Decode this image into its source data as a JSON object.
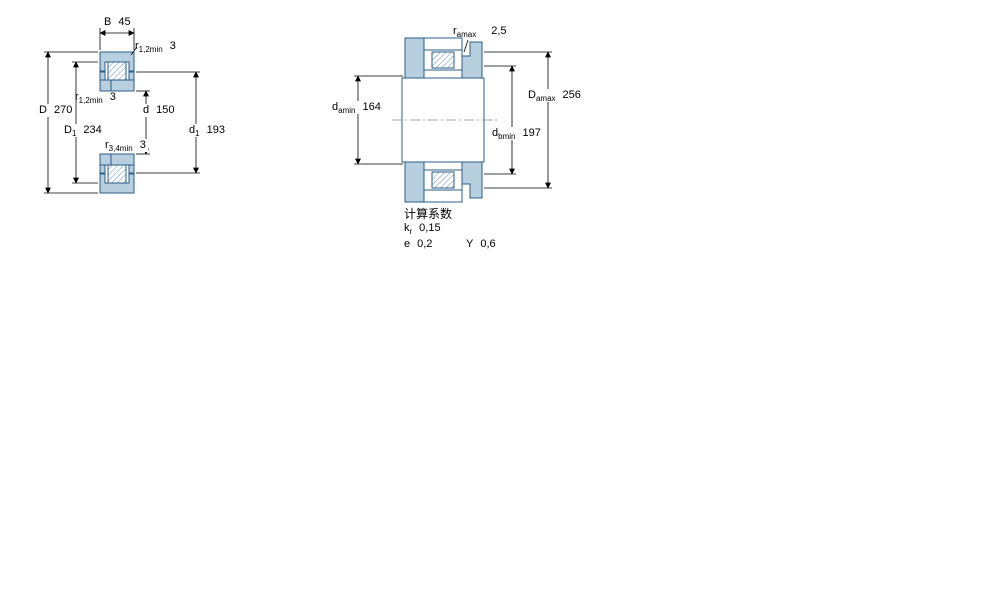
{
  "left_view": {
    "B": {
      "sym": "B",
      "value": "45"
    },
    "r12_top": {
      "sym": "r",
      "sub": "1,2min",
      "value": "3"
    },
    "r12_side": {
      "sym": "r",
      "sub": "1,2min",
      "value": "3"
    },
    "D": {
      "sym": "D",
      "value": "270"
    },
    "D1": {
      "sym": "D",
      "sub": "1",
      "value": "234"
    },
    "d": {
      "sym": "d",
      "value": "150"
    },
    "d1": {
      "sym": "d",
      "sub": "1",
      "value": "193"
    },
    "r34": {
      "sym": "r",
      "sub": "3,4min",
      "value": "3"
    }
  },
  "right_view": {
    "ramax": {
      "sym": "r",
      "sub": "amax",
      "value": "2,5"
    },
    "damin": {
      "sym": "d",
      "sub": "amin",
      "value": "164"
    },
    "Damax": {
      "sym": "D",
      "sub": "amax",
      "value": "256"
    },
    "dbmin": {
      "sym": "d",
      "sub": "bmin",
      "value": "197"
    }
  },
  "calculation_factors": {
    "title": "计算系数",
    "kr": {
      "sym": "k",
      "sub": "r",
      "value": "0,15"
    },
    "e": {
      "sym": "e",
      "value": "0,2"
    },
    "Y": {
      "sym": "Y",
      "value": "0,6"
    }
  },
  "colors": {
    "ring_fill": "#b8cfe0",
    "ring_stroke": "#2a5d87",
    "dimension_line": "#000000"
  }
}
